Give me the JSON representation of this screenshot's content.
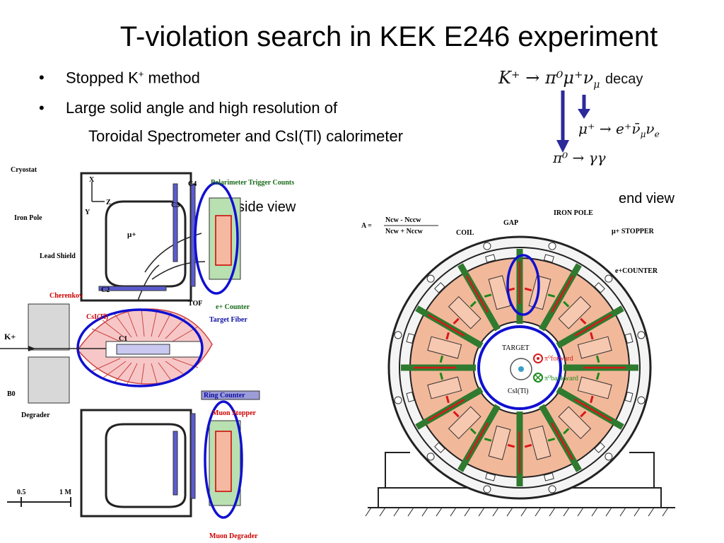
{
  "title": "T-violation search in KEK E246 experiment",
  "bullets": [
    {
      "text_a": "Stopped K",
      "sup": "+",
      "text_b": " method"
    },
    {
      "text_a": "Large solid angle and high resolution of",
      "sup": "",
      "text_b": ""
    }
  ],
  "bullet_cont": "Toroidal Spectrometer and CsI(Tl) calorimeter",
  "decay": {
    "line1": "K⁺ → π⁰μ⁺ν",
    "line1_sub": "μ",
    "word": "decay",
    "line2": "μ⁺ → e⁺ν̄",
    "line2_sub1": "μ",
    "line2_mid": "ν",
    "line2_sub2": "e",
    "line3": "π⁰ → γγ"
  },
  "side_view": {
    "label": "side view",
    "labels": {
      "cryostat": "Cryostat",
      "x": "X",
      "z": "Z",
      "y": "Y",
      "iron_pole": "Iron Pole",
      "lead_shield": "Lead Shield",
      "cherenkov": "Cherenkov",
      "csi": "CsI(Tl)",
      "kplus": "K+",
      "b0": "B0",
      "degrader": "Degrader",
      "c1": "C1",
      "c2": "C2",
      "c3": "C3",
      "c4": "C4",
      "muplus": "μ+",
      "pol_trig": "Polarimeter Trigger Counts",
      "eplus_counter": "e+ Counter",
      "tof": "TOF",
      "target_fiber": "Target Fiber",
      "ring_counter": "Ring Counter",
      "muon_stopper": "Muon Stopper",
      "muon_degrader": "Muon Degrader",
      "scale_05": "0.5",
      "scale_1m": "1 M"
    }
  },
  "end_view": {
    "label": "end view",
    "labels": {
      "asym_a": "A =",
      "asym_num": "Ncw - Nccw",
      "asym_den": "Ncw + Nccw",
      "coil": "COIL",
      "gap": "GAP",
      "iron_pole": "IRON POLE",
      "stopper": "μ+ STOPPER",
      "counter": "e+COUNTER",
      "target": "TARGET",
      "forward": "π⁰forward",
      "backward": "π⁰backward",
      "csi": "CsI(Tl)"
    }
  },
  "colors": {
    "ellipse": "#1010d0",
    "arrow": "#2a2a9a",
    "green_sector": "#2f7a2f",
    "salmon": "#f2b89a",
    "polarimeter": "#b8e0b0",
    "red": "#d81818"
  }
}
